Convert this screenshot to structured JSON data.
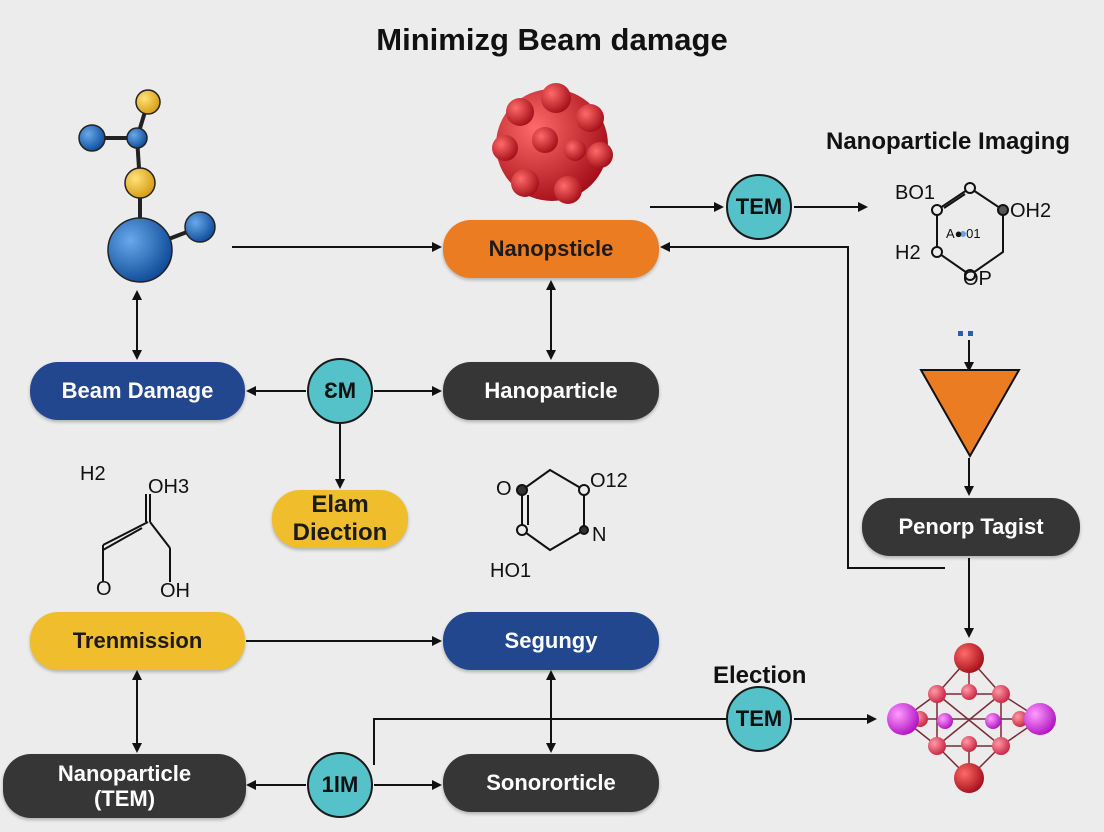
{
  "title": "Minimizg Beam damage",
  "labels": {
    "nano_imaging": "Nanoparticle Imaging",
    "election": "Election"
  },
  "nodes": {
    "nanopsticle": "Nanopsticle",
    "hanoparticle": "Hanoparticle",
    "beam_damage": "Beam Damage",
    "elam_diection": "Elam Diection",
    "trenmission": "Trenmission",
    "segungy": "Segungy",
    "nanoparticle_tem": "Nanoparticle\n(TEM)",
    "sonororticle": "Sonororticle",
    "penorp_tagist": "Penorp Tagist"
  },
  "circles": {
    "tem_top": "TEM",
    "em_mid": "ƐM",
    "tem_bottom": "TEM",
    "im_bottom": "1lM"
  },
  "chem_right": {
    "a": "BO1",
    "b": "OH2",
    "c": "H2",
    "d": "OP",
    "e": "A● 01"
  },
  "chem_left": {
    "a": "H2",
    "b": "OH3",
    "c": "O",
    "d": "OH"
  },
  "chem_mid": {
    "a": "O",
    "b": "O12",
    "c": "N",
    "d": "HO1"
  },
  "colors": {
    "orange": "#ec7c22",
    "dark": "#363636",
    "blue": "#23478f",
    "yellow": "#f0bd2c",
    "teal": "#55c1c9",
    "background": "#ececec"
  }
}
